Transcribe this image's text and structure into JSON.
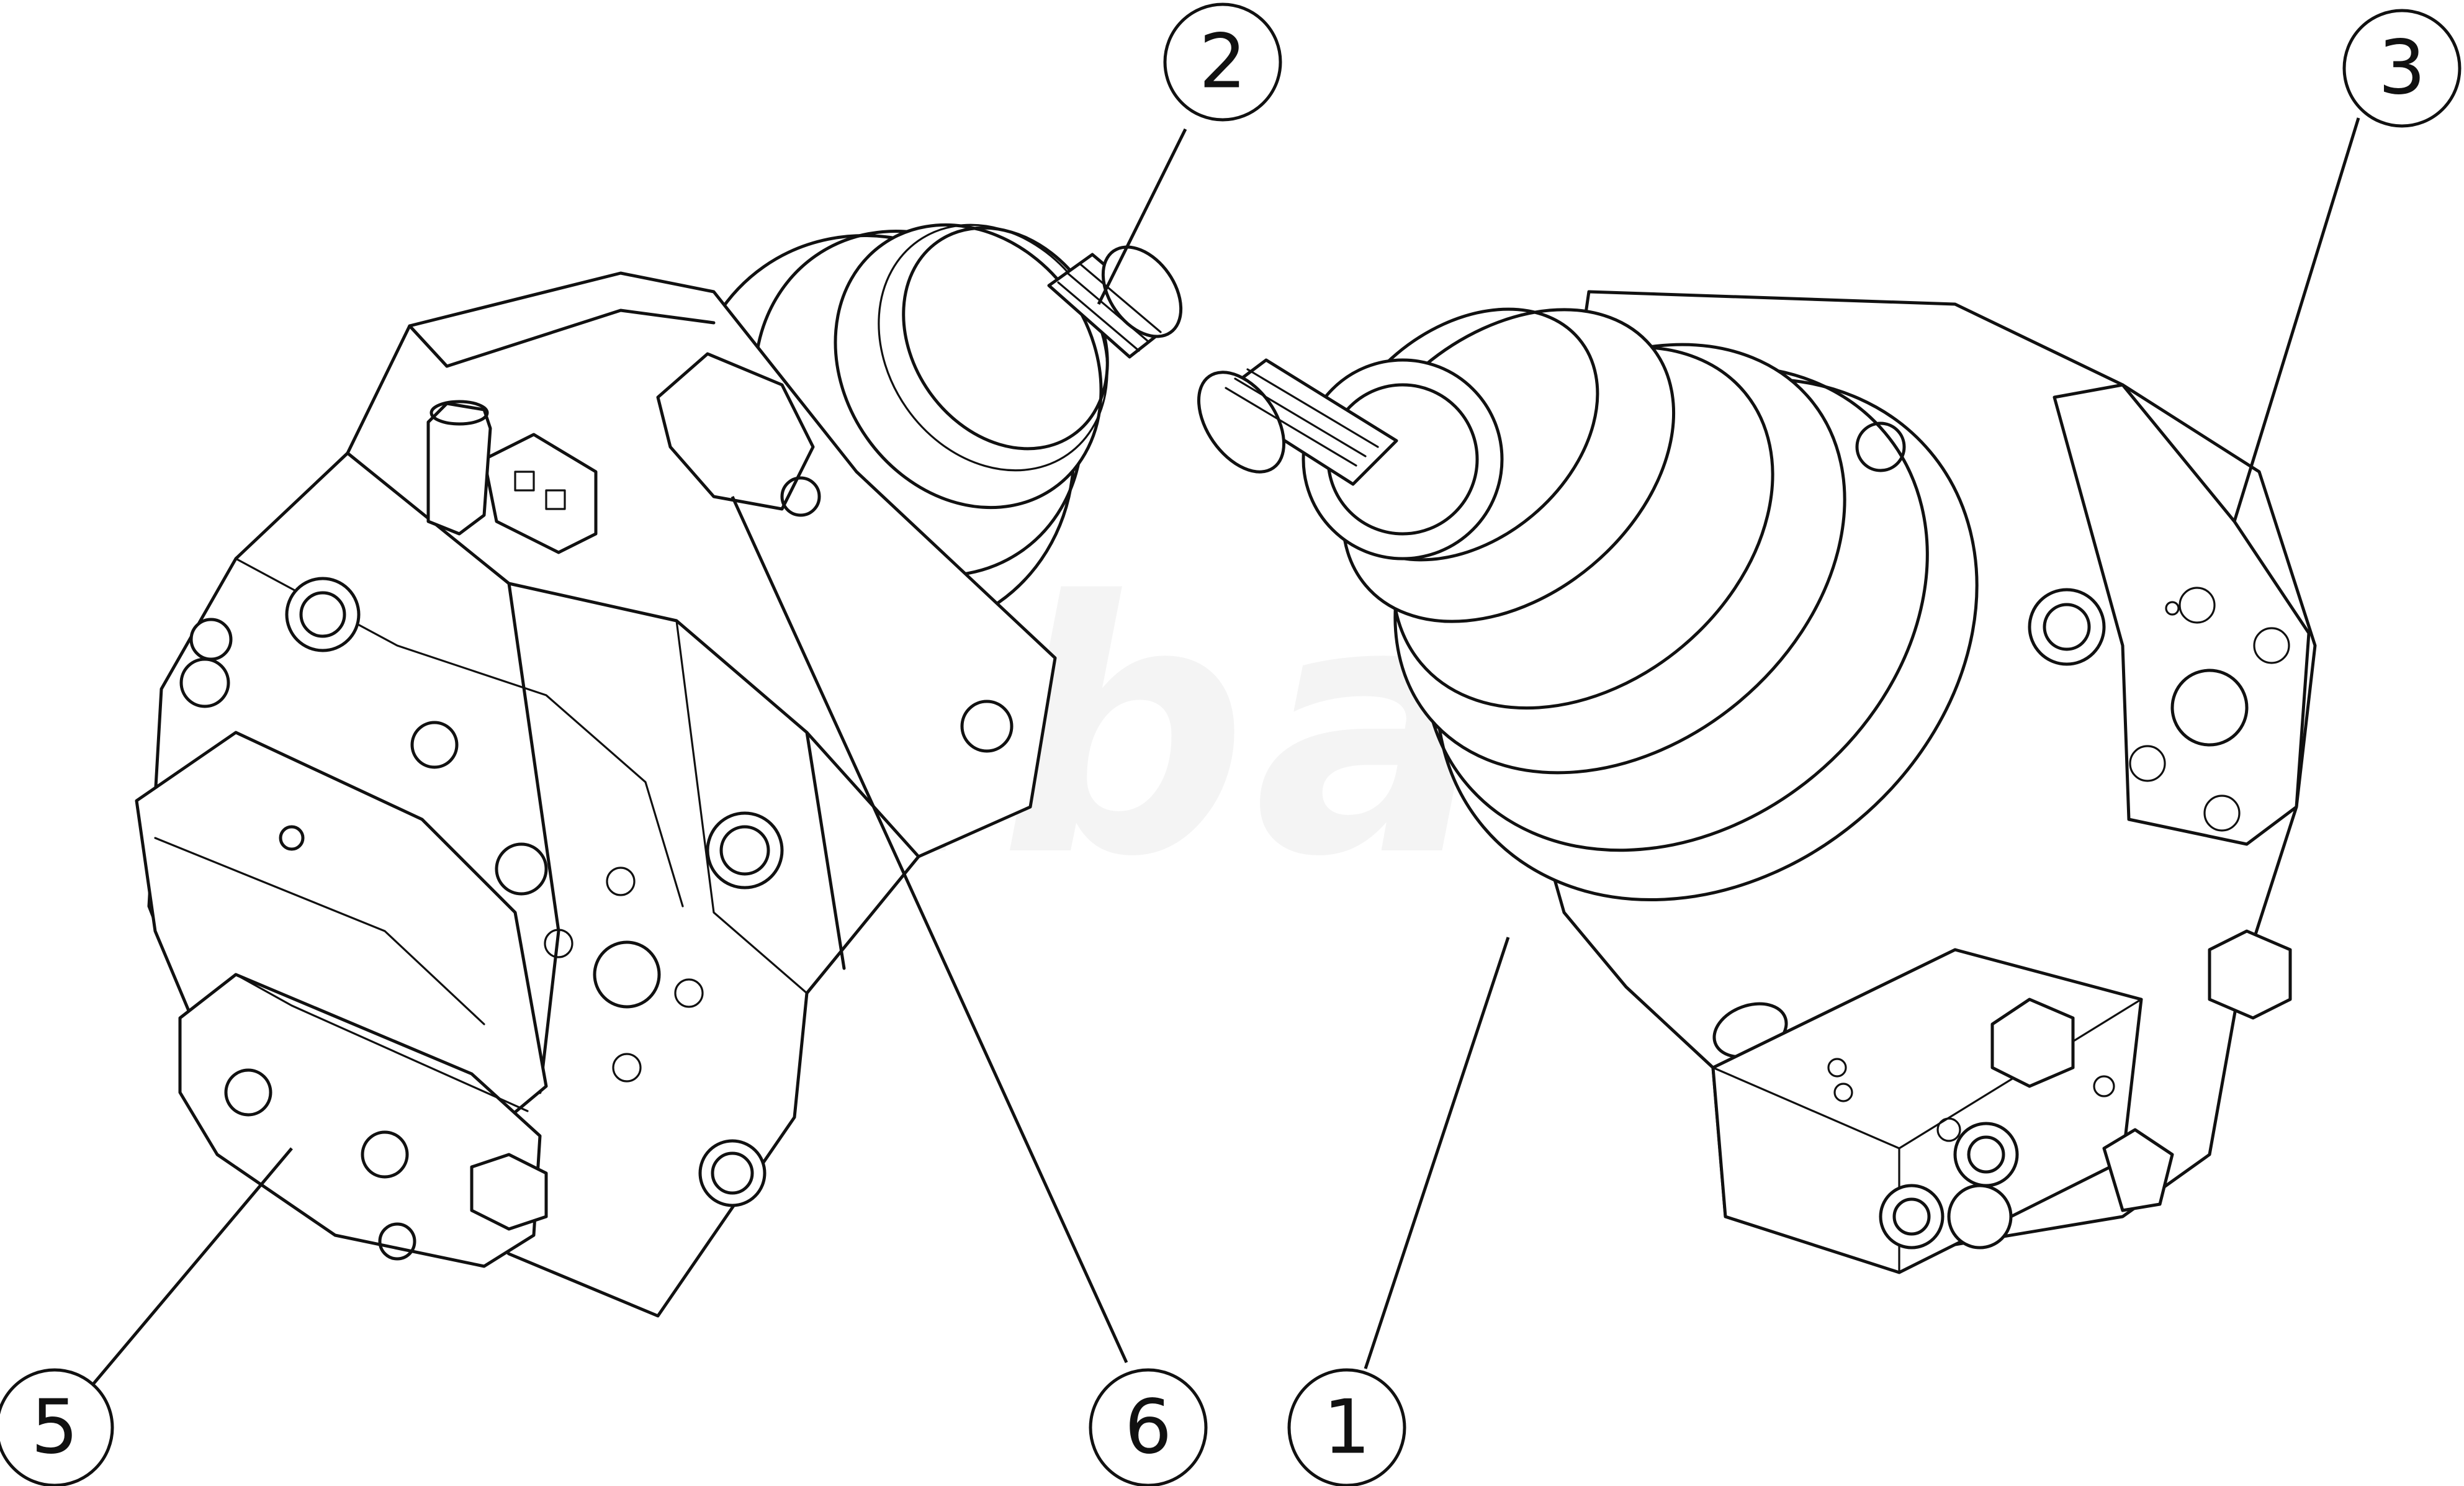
{
  "figure": {
    "watermark": "Wibaku",
    "callouts": [
      {
        "id": "callout-1",
        "label": "1"
      },
      {
        "id": "callout-2",
        "label": "2"
      },
      {
        "id": "callout-3",
        "label": "3"
      },
      {
        "id": "callout-5",
        "label": "5"
      },
      {
        "id": "callout-6",
        "label": "6"
      }
    ]
  },
  "colors": {
    "line": "#111111",
    "background": "#ffffff"
  }
}
